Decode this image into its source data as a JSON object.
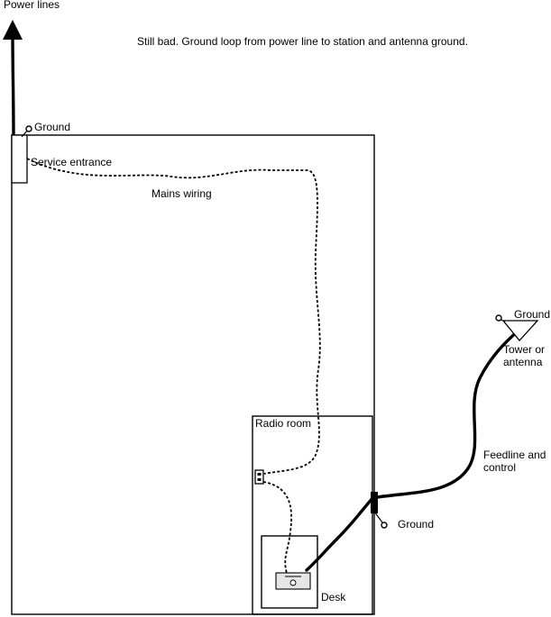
{
  "caption": "Still bad. Ground loop from power line to station and antenna ground.",
  "labels": {
    "power_lines": "Power lines",
    "ground_service": "Ground",
    "service_entrance": "Service entrance",
    "mains_wiring": "Mains wiring",
    "radio_room": "Radio room",
    "desk": "Desk",
    "ground_entry": "Ground",
    "feedline_line1": "Feedline and",
    "feedline_line2": "control",
    "ground_tower": "Ground",
    "tower_line1": "Tower or",
    "tower_line2": "antenna"
  },
  "icons": {
    "arrow": "arrow-up-icon",
    "ground": "ground-rod-icon",
    "outlet": "outlet-icon",
    "radio": "radio-icon",
    "antenna": "antenna-icon"
  }
}
